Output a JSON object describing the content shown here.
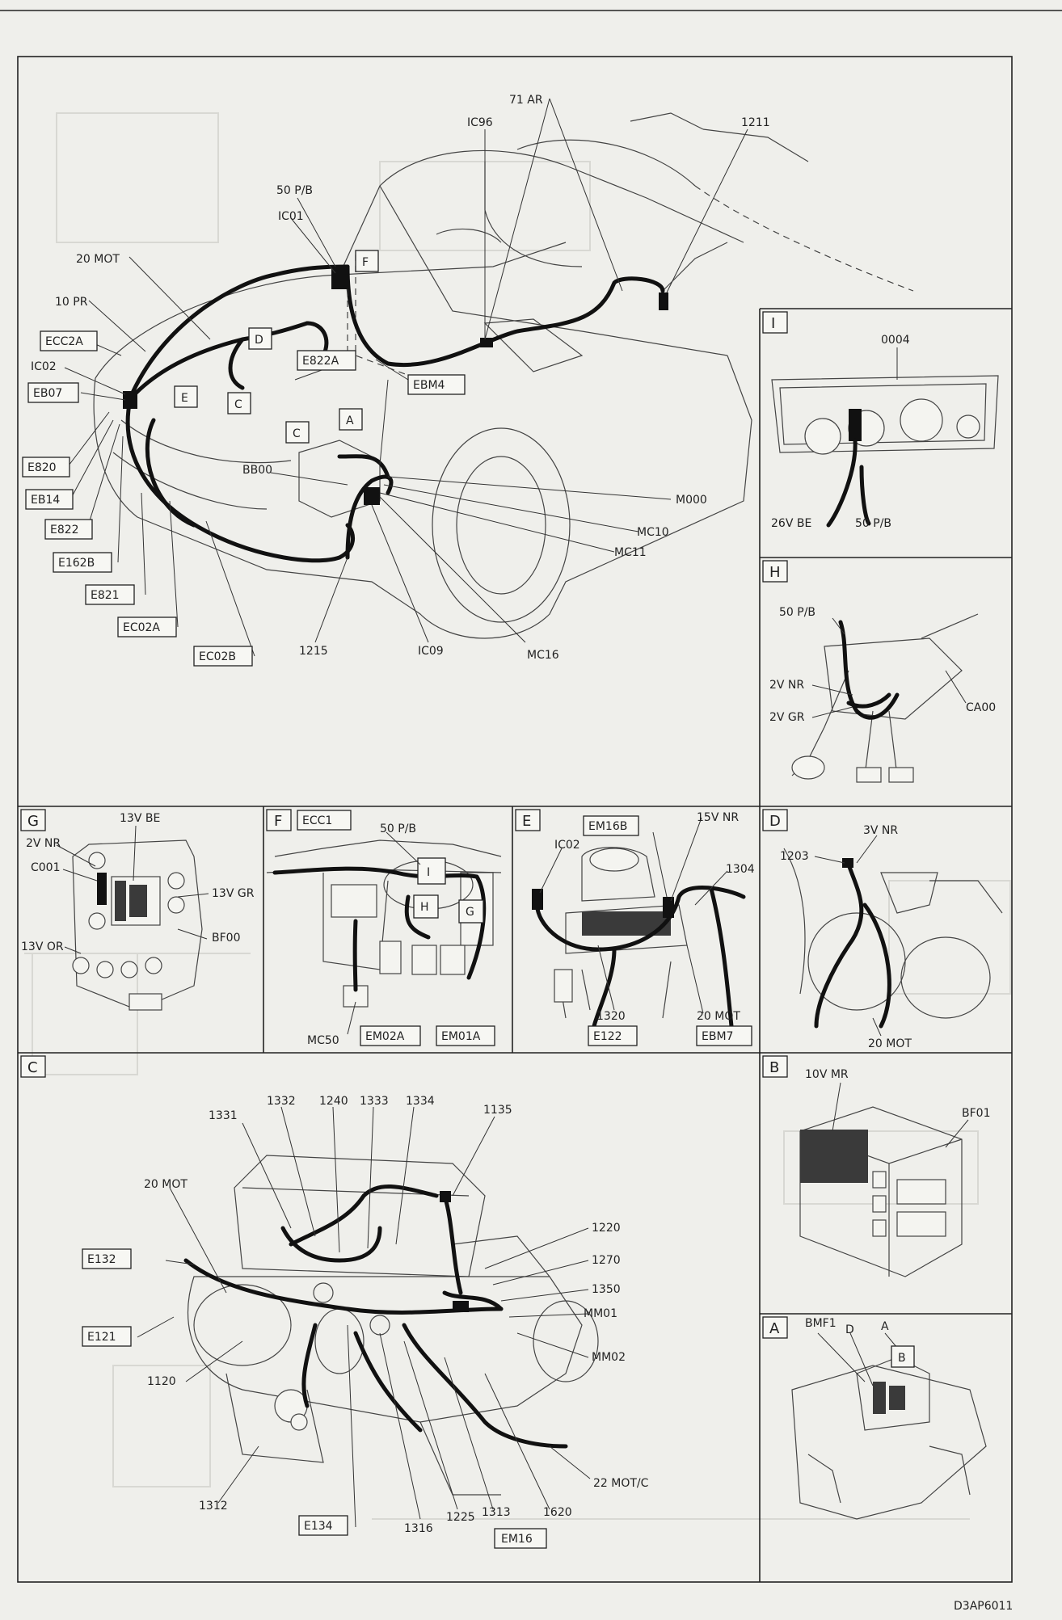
{
  "sheet": {
    "code": "D3AP6011"
  },
  "main": {
    "labels": [
      "71 AR",
      "IC96",
      "1211",
      "50 P/B",
      "IC01",
      "20 MOT",
      "10 PR",
      "IC02",
      "BB00",
      "M000",
      "MC10",
      "MC11",
      "1215",
      "IC09",
      "MC16"
    ],
    "boxed_labels": [
      "ECC2A",
      "EB07",
      "E822A",
      "EBM4",
      "E820",
      "EB14",
      "E822",
      "E162B",
      "E821",
      "EC02A",
      "EC02B"
    ],
    "callouts": [
      "F",
      "D",
      "E",
      "C",
      "C",
      "A"
    ]
  },
  "panels": {
    "I": {
      "letter": "I",
      "labels": [
        "0004",
        "26V BE",
        "50 P/B"
      ]
    },
    "H": {
      "letter": "H",
      "labels": [
        "50 P/B",
        "2V NR",
        "2V GR",
        "CA00"
      ]
    },
    "G": {
      "letter": "G",
      "labels": [
        "13V BE",
        "2V NR",
        "C001",
        "13V GR",
        "BF00",
        "13V OR"
      ]
    },
    "F": {
      "letter": "F",
      "labels": [
        "50 P/B",
        "MC50"
      ],
      "boxed_labels": [
        "ECC1",
        "EM02A",
        "EM01A"
      ],
      "callouts": [
        "I",
        "H",
        "G"
      ]
    },
    "E": {
      "letter": "E",
      "labels": [
        "IC02",
        "15V NR",
        "1304",
        "1320",
        "20 MOT"
      ],
      "boxed_labels": [
        "EM16B",
        "E122",
        "EBM7"
      ]
    },
    "D": {
      "letter": "D",
      "labels": [
        "1203",
        "3V NR",
        "20 MOT"
      ]
    },
    "C": {
      "letter": "C",
      "labels": [
        "1331",
        "1332",
        "1240",
        "1333",
        "1334",
        "1135",
        "20 MOT",
        "1220",
        "1270",
        "1350",
        "MM01",
        "MM02",
        "1120",
        "22 MOT/C",
        "1312",
        "1316",
        "1225",
        "1313",
        "1620"
      ],
      "boxed_labels": [
        "E132",
        "E121",
        "E134",
        "EM16"
      ]
    },
    "B": {
      "letter": "B",
      "labels": [
        "10V MR",
        "BF01"
      ]
    },
    "A": {
      "letter": "A",
      "labels": [
        "BMF1",
        "D",
        "A"
      ],
      "callouts": [
        "B"
      ]
    }
  }
}
